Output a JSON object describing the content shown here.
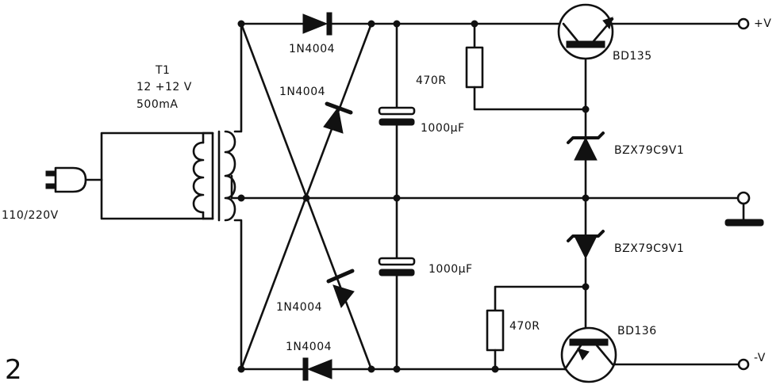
{
  "figure_number": "2",
  "transformer": {
    "name": "T1",
    "voltage": "12 +12 V",
    "current": "500mA"
  },
  "mains": "110/220V",
  "diodes": {
    "top": "1N4004",
    "upper_diag": "1N4004",
    "lower_diag": "1N4004",
    "bottom": "1N4004"
  },
  "capacitors": {
    "upper": "1000µF",
    "lower": "1000µF"
  },
  "resistors": {
    "upper": "470R",
    "lower": "470R"
  },
  "transistors": {
    "upper": "BD135",
    "lower": "BD136"
  },
  "zeners": {
    "upper": "BZX79C9V1",
    "lower": "BZX79C9V1"
  },
  "outputs": {
    "positive": "+V",
    "negative": "-V"
  }
}
